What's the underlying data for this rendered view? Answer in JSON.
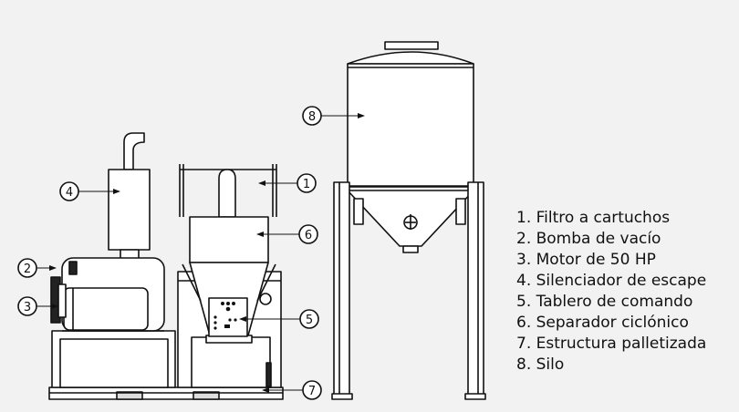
{
  "callouts": [
    {
      "number": "1"
    },
    {
      "number": "2"
    },
    {
      "number": "3"
    },
    {
      "number": "4"
    },
    {
      "number": "5"
    },
    {
      "number": "6"
    },
    {
      "number": "7"
    },
    {
      "number": "8"
    }
  ],
  "legend": [
    "1. Filtro a cartuchos",
    "2. Bomba de vacío",
    "3. Motor de 50 HP",
    "4. Silenciador de escape",
    "5. Tablero de comando",
    "6. Separador ciclónico",
    "7. Estructura palletizada",
    "8. Silo"
  ],
  "colors": {
    "background": "#f2f2f2",
    "line": "#111111",
    "fill": "#ffffff",
    "dark": "#222222"
  }
}
